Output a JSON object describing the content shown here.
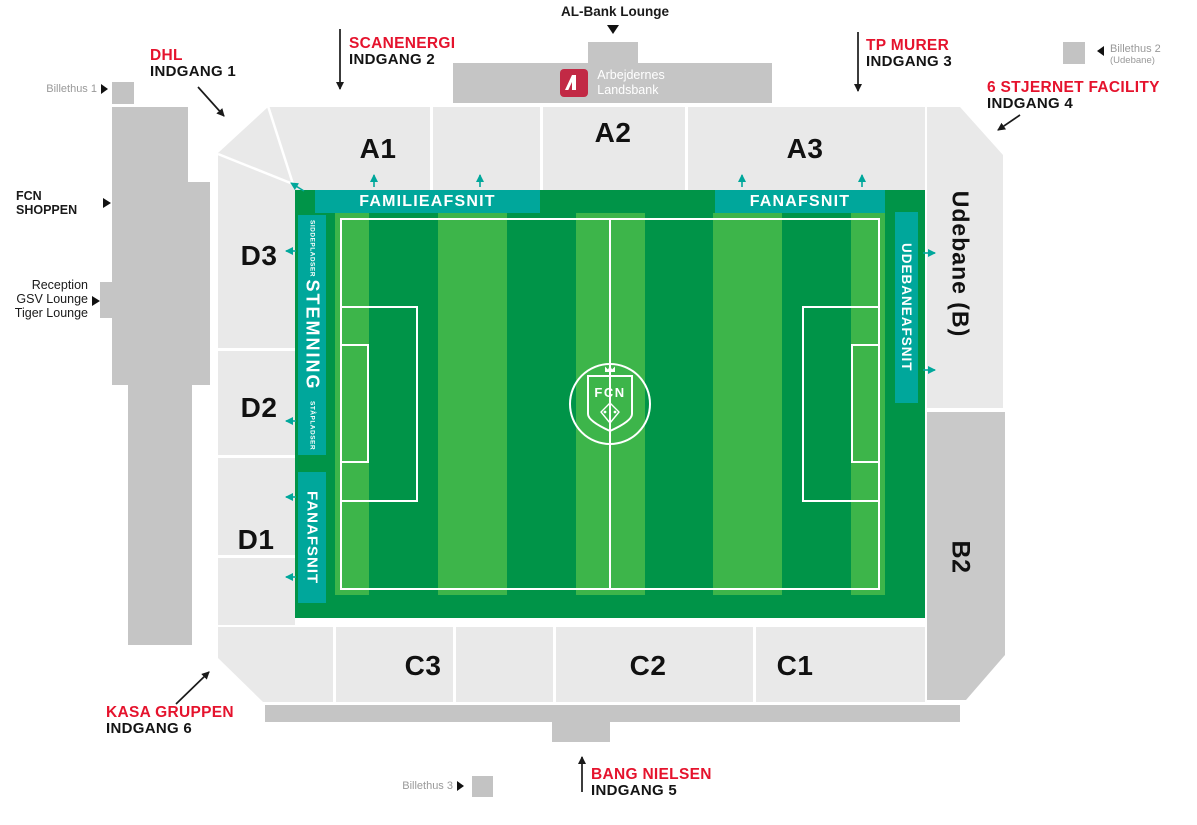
{
  "colors": {
    "pitch_green_dark": "#009448",
    "pitch_green_light": "#3db54a",
    "zone_teal": "#00a79b",
    "entrance_red": "#e5132d",
    "stand_gray": "#e9e9e9",
    "building_gray": "#c5c5c5",
    "away_stand_gray": "#c9c9c9"
  },
  "header": {
    "lounge_label": "AL-Bank Lounge",
    "bank_line1": "Arbejdernes",
    "bank_line2": "Landsbank"
  },
  "entrances": {
    "e1": {
      "sponsor": "DHL",
      "gate": "INDGANG 1"
    },
    "e2": {
      "sponsor": "SCANENERGI",
      "gate": "INDGANG 2"
    },
    "e3": {
      "sponsor": "TP MURER",
      "gate": "INDGANG 3"
    },
    "e4": {
      "sponsor": "6 STJERNET FACILITY",
      "gate": "INDGANG 4"
    },
    "e5": {
      "sponsor": "BANG NIELSEN",
      "gate": "INDGANG 5"
    },
    "e6": {
      "sponsor": "KASA GRUPPEN",
      "gate": "INDGANG 6"
    }
  },
  "ticket_offices": {
    "b1": "Billethus 1",
    "b2": "Billethus 2",
    "b2_sub": "(Udebane)",
    "b3": "Billethus 3"
  },
  "west_facilities": {
    "shop": "FCN SHOPPEN",
    "reception_line1": "Reception",
    "reception_line2": "GSV Lounge",
    "reception_line3": "Tiger Lounge"
  },
  "stands": {
    "a1": "A1",
    "a2": "A2",
    "a3": "A3",
    "c1": "C1",
    "c2": "C2",
    "c3": "C3",
    "d1": "D1",
    "d2": "D2",
    "d3": "D3",
    "b2": "B2",
    "udebane": "Udebane (B)"
  },
  "zones": {
    "familie": "FAMILIEAFSNIT",
    "fan_north": "FANAFSNIT",
    "fan_west": "FANAFSNIT",
    "stemning": "STEMNING",
    "siddepladser": "SIDDEPLADSER",
    "staapladser": "STÅPLADSER",
    "udebaneafsnit": "UDEBANEAFSNIT"
  },
  "crest": {
    "text": "FCN"
  }
}
